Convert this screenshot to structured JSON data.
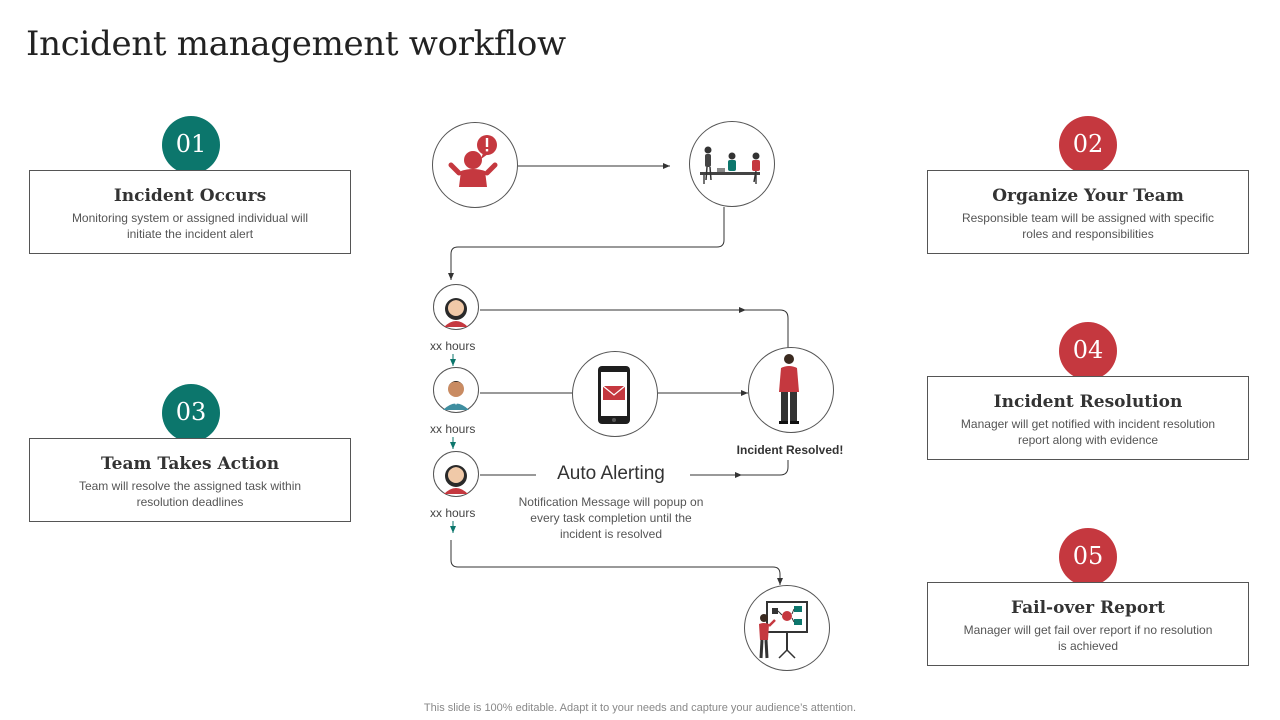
{
  "title": "Incident management workflow",
  "steps": [
    {
      "num": "01",
      "title": "Incident Occurs",
      "desc": "Monitoring system or assigned individual will initiate the incident alert",
      "color": "#0c766c"
    },
    {
      "num": "02",
      "title": "Organize Your Team",
      "desc": "Responsible team will be assigned with specific roles and responsibilities",
      "color": "#c5383f"
    },
    {
      "num": "03",
      "title": "Team Takes Action",
      "desc": "Team will resolve the assigned task within resolution deadlines",
      "color": "#0c766c"
    },
    {
      "num": "04",
      "title": "Incident Resolution",
      "desc": "Manager will get notified with incident resolution report along with evidence",
      "color": "#c5383f"
    },
    {
      "num": "05",
      "title": "Fail-over Report",
      "desc": "Manager will get fail over report if no resolution is achieved",
      "color": "#c5383f"
    }
  ],
  "flow": {
    "hours": [
      "xx hours",
      "xx hours",
      "xx hours"
    ],
    "auto_alerting_title": "Auto Alerting",
    "auto_alerting_desc": "Notification Message will popup on every task completion until the incident is resolved",
    "resolved_label": "Incident Resolved!",
    "icons": [
      "alert-person-icon",
      "team-meeting-icon",
      "woman-avatar-icon",
      "man-avatar-icon",
      "woman-avatar-icon",
      "phone-message-icon",
      "resolved-person-icon",
      "presentation-report-icon"
    ]
  },
  "footer": "This slide is 100% editable. Adapt it to your needs and capture your audience’s attention."
}
